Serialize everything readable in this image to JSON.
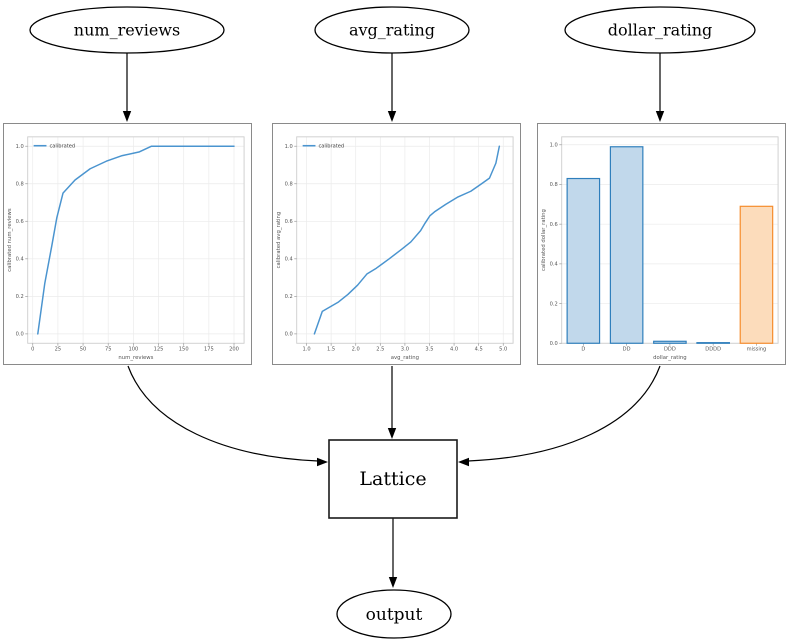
{
  "diagram": {
    "nodes": {
      "num_reviews": "num_reviews",
      "avg_rating": "avg_rating",
      "dollar_rating": "dollar_rating",
      "lattice": "Lattice",
      "output": "output"
    }
  },
  "colors": {
    "line_blue": "#4a94cf",
    "bar_blue_fill": "#c1d8eb",
    "bar_blue_edge": "#2e7ebc",
    "bar_orange_fill": "#fcdcbb",
    "bar_orange_edge": "#f68c2c",
    "grid": "#ebebeb",
    "spine": "#cccccc",
    "tick_text": "#555555",
    "tick_mark": "#999999",
    "legend_text": "#444444",
    "chart_border": "#8a8a8a",
    "edge_black": "#000000"
  },
  "chart_data": [
    {
      "type": "line",
      "title": "",
      "xlabel": "num_reviews",
      "ylabel": "calibrated num_reviews",
      "legend": [
        "calibrated"
      ],
      "xlim": [
        -5,
        210
      ],
      "ylim": [
        -0.05,
        1.05
      ],
      "xticks": [
        0,
        25,
        50,
        75,
        100,
        125,
        150,
        175,
        200
      ],
      "xtick_labels": [
        "0",
        "25",
        "50",
        "75",
        "100",
        "125",
        "150",
        "175",
        "200"
      ],
      "yticks": [
        0,
        0.2,
        0.4,
        0.6,
        0.8,
        1.0
      ],
      "ytick_labels": [
        "0.0",
        "0.2",
        "0.4",
        "0.6",
        "0.8",
        "1.0"
      ],
      "x": [
        5,
        12,
        19,
        24,
        30,
        42,
        57,
        73,
        89,
        106,
        118,
        200
      ],
      "y": [
        0.0,
        0.27,
        0.47,
        0.62,
        0.75,
        0.82,
        0.88,
        0.92,
        0.95,
        0.97,
        1.0,
        1.0
      ],
      "grid": "both"
    },
    {
      "type": "line",
      "title": "",
      "xlabel": "avg_rating",
      "ylabel": "calibrated avg_rating",
      "legend": [
        "calibrated"
      ],
      "xlim": [
        0.8,
        5.2
      ],
      "ylim": [
        -0.05,
        1.05
      ],
      "xticks": [
        1.0,
        1.5,
        2.0,
        2.5,
        3.0,
        3.5,
        4.0,
        4.5,
        5.0
      ],
      "xtick_labels": [
        "1.0",
        "1.5",
        "2.0",
        "2.5",
        "3.0",
        "3.5",
        "4.0",
        "4.5",
        "5.0"
      ],
      "yticks": [
        0,
        0.2,
        0.4,
        0.6,
        0.8,
        1.0
      ],
      "ytick_labels": [
        "0.0",
        "0.2",
        "0.4",
        "0.6",
        "0.8",
        "1.0"
      ],
      "x": [
        1.16,
        1.32,
        1.65,
        1.84,
        2.04,
        2.23,
        2.42,
        2.68,
        2.93,
        3.12,
        3.32,
        3.41,
        3.51,
        3.6,
        3.83,
        4.08,
        4.34,
        4.56,
        4.72,
        4.85,
        4.92
      ],
      "y": [
        0.0,
        0.12,
        0.17,
        0.21,
        0.26,
        0.32,
        0.35,
        0.4,
        0.45,
        0.49,
        0.55,
        0.59,
        0.63,
        0.65,
        0.69,
        0.73,
        0.76,
        0.8,
        0.83,
        0.91,
        1.0
      ],
      "grid": "both"
    },
    {
      "type": "bar",
      "title": "",
      "xlabel": "dollar_rating",
      "ylabel": "calibrated dollar_rating",
      "categories": [
        "D",
        "DD",
        "DDD",
        "DDDD",
        "missing"
      ],
      "values": [
        0.83,
        0.99,
        0.01,
        0.003,
        0.69
      ],
      "bar_colors": [
        "blue",
        "blue",
        "blue",
        "blue",
        "orange"
      ],
      "ylim": [
        0,
        1.04
      ],
      "yticks": [
        0,
        0.2,
        0.4,
        0.6,
        0.8,
        1.0
      ],
      "ytick_labels": [
        "0.0",
        "0.2",
        "0.4",
        "0.6",
        "0.8",
        "1.0"
      ],
      "grid": "y"
    }
  ]
}
